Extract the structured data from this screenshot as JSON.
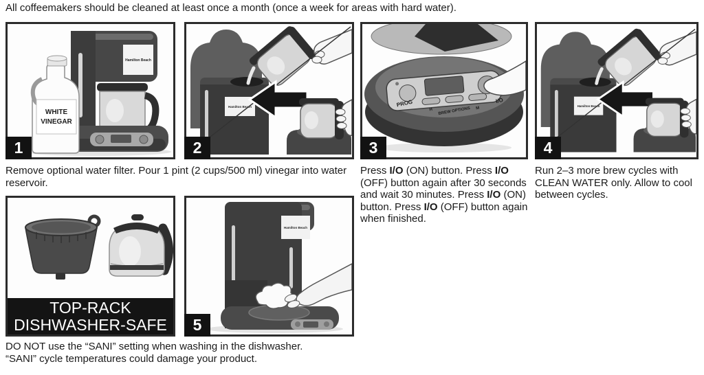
{
  "header": "All coffeemakers should be cleaned at least once a month (once a week for areas with hard water).",
  "brand": "Hamilton Beach",
  "steps": {
    "s1": {
      "number": "1"
    },
    "s2": {
      "number": "2"
    },
    "s3": {
      "number": "3"
    },
    "s4": {
      "number": "4"
    },
    "s5": {
      "number": "5"
    }
  },
  "jug": {
    "line1": "WHITE",
    "line2": "VINEGAR"
  },
  "control_panel": {
    "prog": "PROG",
    "hour": "H",
    "brew_options": "BREW OPTIONS",
    "minute": "M",
    "power": "I/O"
  },
  "banner": {
    "line1": "TOP-RACK",
    "line2": "DISHWASHER-SAFE"
  },
  "captions": {
    "steps12": "Remove optional water filter. Pour 1 pint (2 cups/500 ml) vinegar into water reservoir.",
    "step3": [
      "Press ",
      "I/O",
      " (ON) button. Press ",
      "I/O",
      " (OFF) button again after 30 seconds and wait 30 minutes. Press ",
      "I/O",
      " (ON) button. Press ",
      "I/O",
      " (OFF) button again when finished."
    ],
    "step4": "Run 2–3 more brew cycles with CLEAN WATER only. Allow to cool between cycles.",
    "dishwasher1": "DO NOT use the “SANI” setting when washing in the dishwasher.",
    "dishwasher2": "“SANI” cycle temperatures could damage your product."
  }
}
